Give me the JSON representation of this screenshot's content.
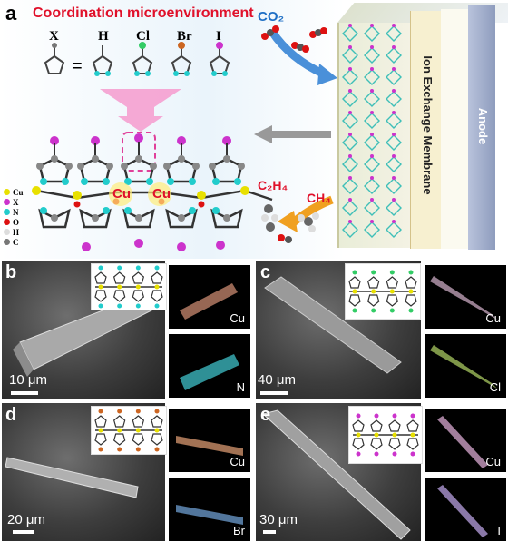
{
  "panel_a": {
    "label": "a",
    "title": "Coordination microenvironment",
    "substituent_labels": [
      "X",
      "H",
      "Cl",
      "Br",
      "I"
    ],
    "equals": "=",
    "cu_labels": [
      "Cu",
      "Cu"
    ],
    "co2_label": "CO₂",
    "c2h4_label": "C₂H₄",
    "ch4_label": "CH₄",
    "membrane_label": "Ion Exchange Membrane",
    "anode_label": "Anode",
    "legend": [
      {
        "symbol": "Cu",
        "color": "#e8e000"
      },
      {
        "symbol": "X",
        "color": "#cc33cc"
      },
      {
        "symbol": "N",
        "color": "#22cccc"
      },
      {
        "symbol": "O",
        "color": "#dd1111"
      },
      {
        "symbol": "H",
        "color": "#dddddd"
      },
      {
        "symbol": "C",
        "color": "#777777"
      }
    ],
    "colors": {
      "title": "#e0102a",
      "co2": "#1f6fc5",
      "products": "#e0102a",
      "anode": "#9aa8c8",
      "membrane": "#f7f0d0"
    }
  },
  "panels": [
    {
      "label": "b",
      "scale": "10 μm",
      "maps": [
        "Cu",
        "N"
      ],
      "map_colors": [
        "#c98a70",
        "#3fc0c8"
      ],
      "halogen_color": "#22cccc"
    },
    {
      "label": "c",
      "scale": "40 μm",
      "maps": [
        "Cu",
        "Cl"
      ],
      "map_colors": [
        "#c8a8c0",
        "#a8c860"
      ],
      "halogen_color": "#33cc66"
    },
    {
      "label": "d",
      "scale": "20 μm",
      "maps": [
        "Cu",
        "Br"
      ],
      "map_colors": [
        "#d89870",
        "#6e9ed0"
      ],
      "halogen_color": "#cc6622"
    },
    {
      "label": "e",
      "scale": "30 μm",
      "maps": [
        "Cu",
        "I"
      ],
      "map_colors": [
        "#d8a8d0",
        "#b8a0e0"
      ],
      "halogen_color": "#cc33cc"
    }
  ]
}
